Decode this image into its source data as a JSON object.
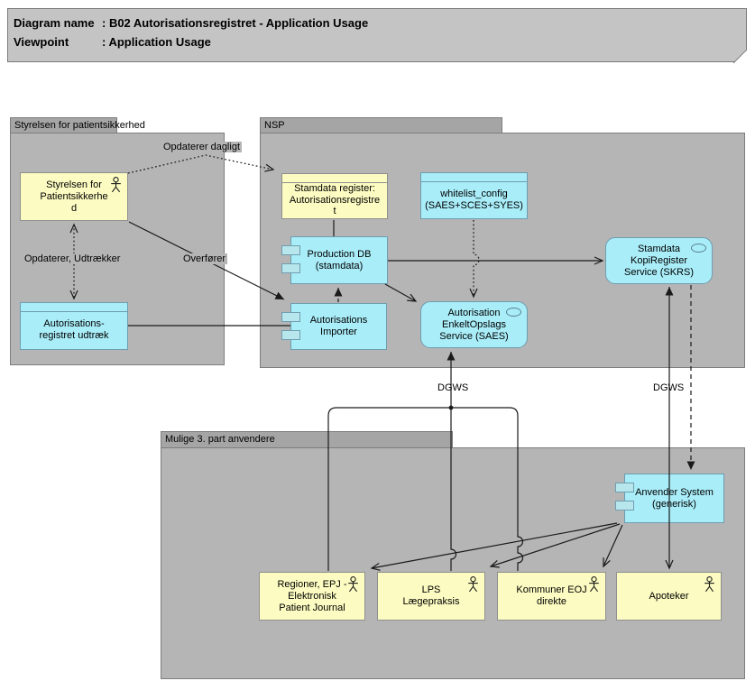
{
  "title_note": {
    "rows": [
      {
        "label": "Diagram name",
        "value": ": B02 Autorisationsregistret - Application Usage"
      },
      {
        "label": "Viewpoint",
        "value": ": Application Usage"
      }
    ]
  },
  "groups": {
    "styrelsen": {
      "label": "Styrelsen for patientsikkerhed"
    },
    "nsp": {
      "label": "NSP"
    },
    "mulige": {
      "label": "Mulige 3. part anvendere"
    }
  },
  "nodes": {
    "styrelsen_actor": {
      "lines": [
        "Styrelsen for",
        "Patientsikkerhe",
        "d"
      ],
      "type": "business-actor"
    },
    "udtraek": {
      "lines": [
        "Autorisations-",
        "registret udtræk"
      ],
      "type": "data-object"
    },
    "stamdata_register": {
      "lines": [
        "Stamdata register:",
        "Autorisationsregistre",
        "t"
      ],
      "type": "data-object"
    },
    "whitelist": {
      "lines": [
        "whitelist_config",
        "(SAES+SCES+SYES)"
      ],
      "type": "data-object"
    },
    "production_db": {
      "lines": [
        "Production DB",
        "(stamdata)"
      ],
      "type": "application-component"
    },
    "importer": {
      "lines": [
        "Autorisations",
        "Importer"
      ],
      "type": "application-component"
    },
    "saes": {
      "lines": [
        "Autorisation",
        "EnkeltOpslags",
        "Service (SAES)"
      ],
      "type": "application-service"
    },
    "skrs": {
      "lines": [
        "Stamdata",
        "KopiRegister",
        "Service (SKRS)"
      ],
      "type": "application-service"
    },
    "anvender": {
      "lines": [
        "Anvender System",
        "(generisk)"
      ],
      "type": "application-component"
    },
    "regioner": {
      "lines": [
        "Regioner, EPJ -",
        "Elektronisk",
        "Patient Journal"
      ],
      "type": "business-actor"
    },
    "lps": {
      "lines": [
        "LPS",
        "Lægepraksis"
      ],
      "type": "business-actor"
    },
    "kommuner": {
      "lines": [
        "Kommuner EOJ",
        "direkte"
      ],
      "type": "business-actor"
    },
    "apoteker": {
      "lines": [
        "Apoteker"
      ],
      "type": "business-actor"
    }
  },
  "edge_labels": {
    "opdaterer_dagligt": "Opdaterer dagligt",
    "opdaterer_udtraekker": "Opdaterer, Udtrækker",
    "overfoerer": "Overfører",
    "dgws_saes": "DGWS",
    "dgws_skrs": "DGWS"
  },
  "colors": {
    "group_body": "#b5b5b5",
    "group_tab": "#a5a5a5",
    "note_fill": "#c4c4c4",
    "yellow_fill": "#fcfcc2",
    "yellow_border": "#8f8f8f",
    "cyan_fill": "#a9edf8",
    "cyan_border": "#6f9db0",
    "line_color": "#1a1a1a"
  }
}
